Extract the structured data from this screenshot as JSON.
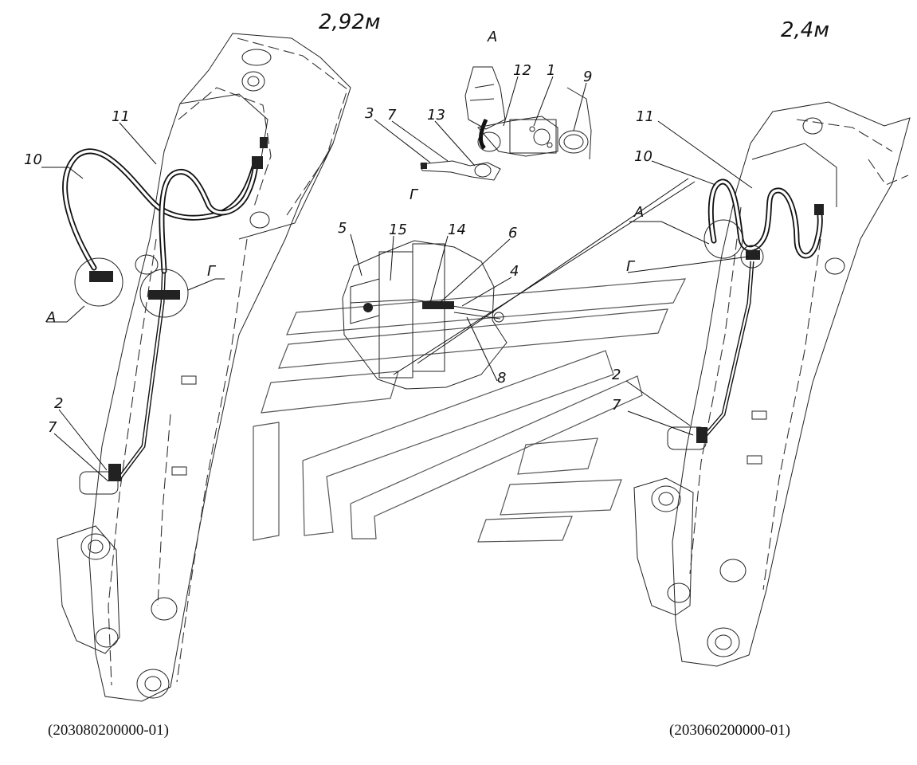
{
  "left_view": {
    "title": "2,92м",
    "part_number": "(203080200000-01)",
    "callouts": [
      "10",
      "11",
      "А",
      "Г",
      "2",
      "7"
    ]
  },
  "right_view": {
    "title": "2,4м",
    "part_number": "(203060200000-01)",
    "callouts": [
      "11",
      "10",
      "А",
      "Г",
      "2",
      "7"
    ]
  },
  "detail_a": {
    "title": "А",
    "callouts": [
      "12",
      "1",
      "9",
      "3",
      "7",
      "13"
    ]
  },
  "detail_g": {
    "title": "Г",
    "callouts": [
      "5",
      "15",
      "14",
      "6",
      "4",
      "8"
    ]
  }
}
